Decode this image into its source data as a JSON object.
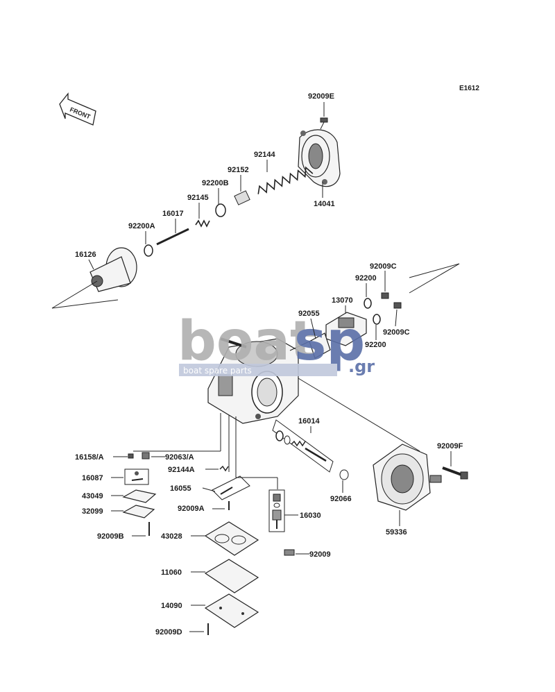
{
  "diagram": {
    "code": "E1612",
    "front_label": "FRONT",
    "watermark": {
      "brand_boat": "boat",
      "brand_sp": "sp",
      "domain": ".gr",
      "tagline": "boat spare parts",
      "boat_color": "#b0b0b0",
      "sp_color": "#5a6fa8"
    },
    "labels": [
      "92009E",
      "92144",
      "92152",
      "92200B",
      "92145",
      "16017",
      "92200A",
      "16126",
      "14041",
      "92009C",
      "92200",
      "13070",
      "92055",
      "92009C",
      "92200",
      "16014",
      "92009F",
      "16158/A",
      "92063/A",
      "16087",
      "92144A",
      "43049",
      "16055",
      "92066",
      "32099",
      "92009A",
      "16030",
      "59336",
      "92009B",
      "43028",
      "92009",
      "11060",
      "14090",
      "92009D"
    ]
  }
}
